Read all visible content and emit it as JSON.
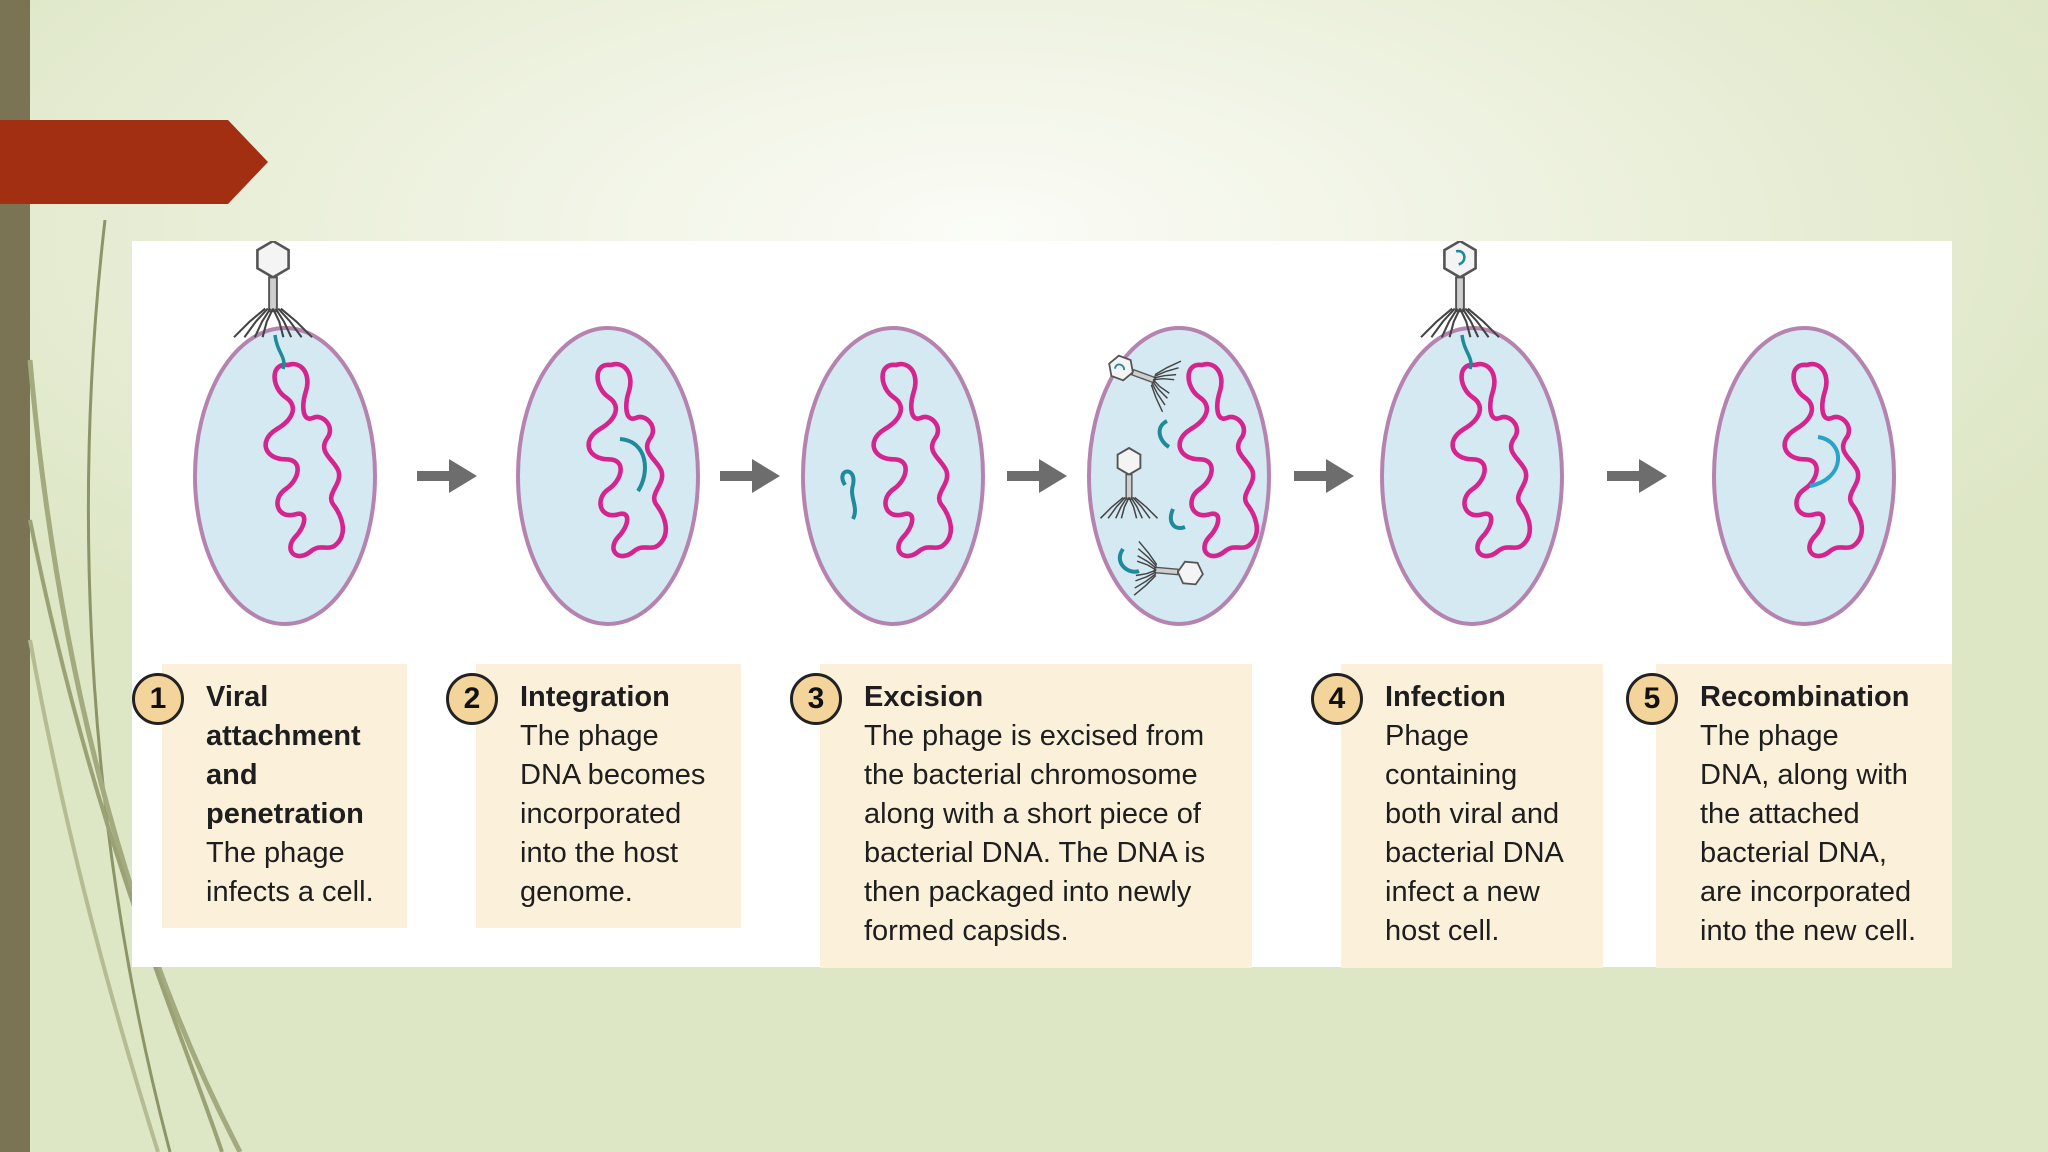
{
  "colors": {
    "accent_tab": "#a32f12",
    "left_bar": "#7a7354",
    "cell_fill": "#d4e9f1",
    "cell_border": "#b583b0",
    "bacterial_dna": "#d6248f",
    "phage_dna": "#1f8a9a",
    "caption_bg": "#fbf0da",
    "badge_fill": "#f3d49a",
    "arrow": "#6d6d6d"
  },
  "steps": [
    {
      "number": "1",
      "title_lines": [
        "Viral",
        "attachment",
        "and",
        "penetration"
      ],
      "text_lines": [
        "The phage",
        "infects a cell."
      ]
    },
    {
      "number": "2",
      "title_lines": [
        "Integration"
      ],
      "text_lines": [
        "The phage",
        "DNA becomes",
        "incorporated",
        "into the host",
        "genome."
      ]
    },
    {
      "number": "3",
      "title_lines": [
        "Excision"
      ],
      "text_lines": [
        "The phage is excised from",
        "the bacterial chromosome",
        "along with a short piece of",
        "bacterial DNA. The DNA is",
        "then packaged into newly",
        "formed capsids."
      ]
    },
    {
      "number": "4",
      "title_lines": [
        "Infection"
      ],
      "text_lines": [
        "Phage",
        "containing",
        "both viral and",
        "bacterial DNA",
        "infect a new",
        "host cell."
      ]
    },
    {
      "number": "5",
      "title_lines": [
        "Recombination"
      ],
      "text_lines": [
        "The phage",
        "DNA, along with",
        "the attached",
        "bacterial DNA,",
        "are incorporated",
        "into the new cell."
      ]
    }
  ],
  "cell_icons": [
    "bacterial-cell-icon",
    "phage-icon",
    "arrow-right-icon"
  ]
}
